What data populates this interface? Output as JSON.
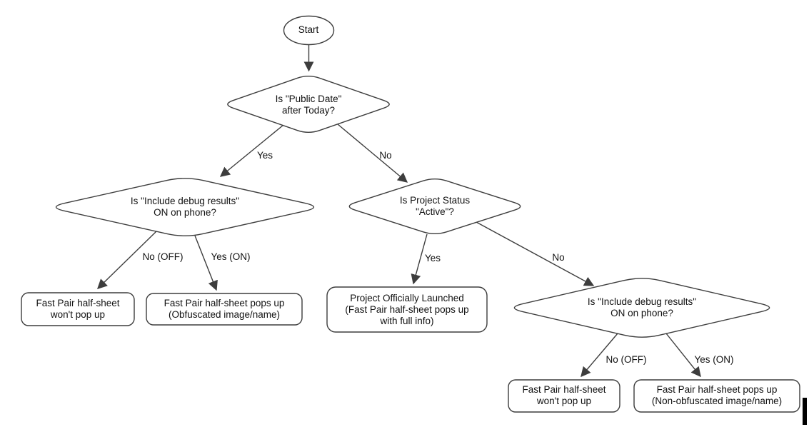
{
  "colors": {
    "outline": "#3d3d3d",
    "text": "#111111",
    "node_fill": "#ffffff",
    "background": "#ffffff",
    "cursor_bar": "#000000"
  },
  "nodes": {
    "start": {
      "label": "Start"
    },
    "public_date": {
      "line1": "Is \"Public Date\"",
      "line2": "after Today?"
    },
    "debug_left": {
      "line1": "Is \"Include debug results\"",
      "line2": "ON on phone?"
    },
    "project_status": {
      "line1": "Is Project Status",
      "line2": "\"Active\"?"
    },
    "debug_right": {
      "line1": "Is \"Include debug results\"",
      "line2": "ON on phone?"
    },
    "wont_popup_left": {
      "line1": "Fast Pair half-sheet",
      "line2": "won't pop up"
    },
    "obfuscated": {
      "line1": "Fast Pair half-sheet pops up",
      "line2": "(Obfuscated image/name)"
    },
    "launched": {
      "line1": "Project Officially Launched",
      "line2": "(Fast Pair half-sheet pops up",
      "line3": "with full info)"
    },
    "wont_popup_right": {
      "line1": "Fast Pair half-sheet",
      "line2": "won't pop up"
    },
    "non_obfuscated": {
      "line1": "Fast Pair half-sheet pops up",
      "line2": "(Non-obfuscated image/name)"
    }
  },
  "edge_labels": {
    "public_date_yes": "Yes",
    "public_date_no": "No",
    "debug_left_no": "No (OFF)",
    "debug_left_yes": "Yes (ON)",
    "project_status_yes": "Yes",
    "project_status_no": "No",
    "debug_right_no": "No (OFF)",
    "debug_right_yes": "Yes (ON)"
  }
}
